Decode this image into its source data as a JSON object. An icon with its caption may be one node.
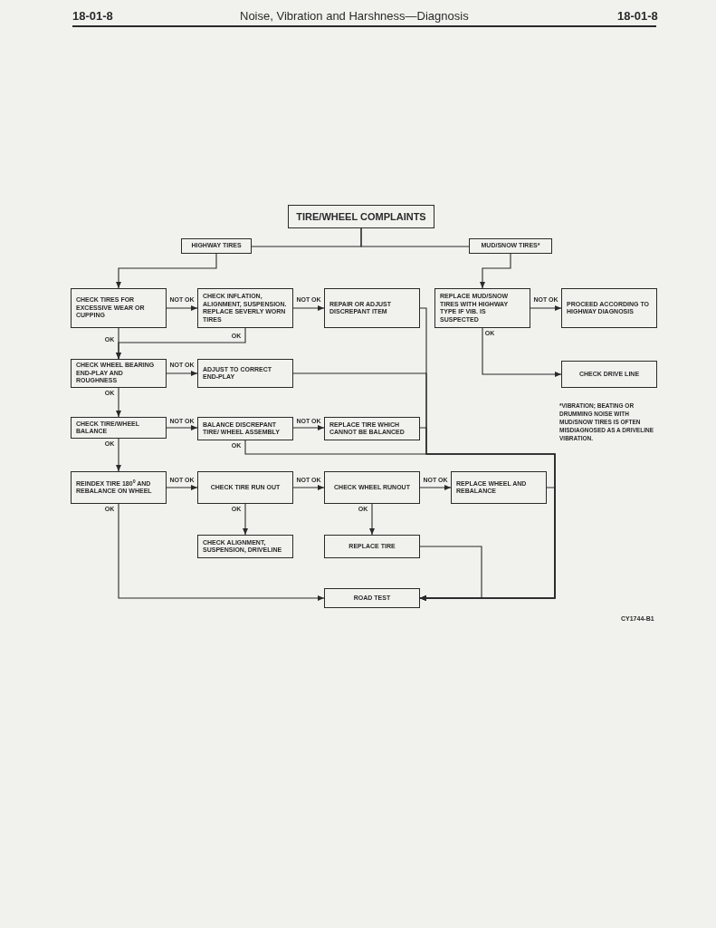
{
  "diagram": {
    "nodes": [
      {
        "text": [
          "TIRE/WHEEL COMPLAINTS"
        ]
      },
      {
        "text": [
          "HIGHWAY TIRES"
        ]
      },
      {
        "text": [
          "MUD/SNOW TIRES*"
        ]
      },
      {
        "text": [
          "CHECK TIRES FOR EXCESSIVE WEAR OR CUPPING"
        ]
      },
      {
        "text": [
          "CHECK INFLATION, ALIGNMENT, SUSPENSION. REPLACE SEVERLY WORN TIRES"
        ]
      },
      {
        "text": [
          "REPAIR OR ADJUST DISCREPANT ITEM"
        ]
      },
      {
        "text": [
          "REPLACE MUD/SNOW TIRES WITH HIGHWAY TYPE IF VIB. IS SUSPECTED"
        ]
      },
      {
        "text": [
          "PROCEED ACCORDING TO HIGHWAY DIAGNOSIS"
        ]
      },
      {
        "text": [
          "CHECK WHEEL BEARING END-PLAY AND ROUGHNESS"
        ]
      },
      {
        "text": [
          "ADJUST TO CORRECT END-PLAY"
        ]
      },
      {
        "text": [
          "CHECK DRIVE LINE"
        ]
      },
      {
        "text": [
          "CHECK TIRE/WHEEL BALANCE"
        ]
      },
      {
        "text": [
          "BALANCE DISCREPANT TIRE/ WHEEL ASSEMBLY"
        ]
      },
      {
        "text": [
          "REPLACE TIRE WHICH CANNOT BE BALANCED"
        ]
      },
      {
        "text": [
          "REINDEX TIRE 180$^{0}$ AND REBALANCE ON WHEEL"
        ]
      },
      {
        "text": [
          "CHECK TIRE RUN OUT"
        ]
      },
      {
        "text": [
          "CHECK WHEEL RUNOUT"
        ]
      },
      {
        "text": [
          "REPLACE WHEEL AND REBALANCE"
        ]
      },
      {
        "text": [
          "CHECK ALIGNMENT, SUSPENSION, DRIVELINE"
        ]
      },
      {
        "text": [
          "REPLACE TIRE"
        ]
      },
      {
        "text": [
          "ROAD TEST"
        ]
      }
    ],
    "edges": [
      {
        "from": 0,
        "to": 1,
        "arrow": "none"
      },
      {
        "from": 0,
        "to": 2,
        "arrow": "none"
      },
      {
        "from": 1,
        "to": 3,
        "arrow": "to"
      },
      {
        "from": 2,
        "to": 6,
        "arrow": "to"
      },
      {
        "from": 3,
        "to": 4,
        "arrow": "to",
        "label": "NOT OK"
      },
      {
        "from": 4,
        "to": 5,
        "arrow": "to",
        "label": "NOT OK"
      },
      {
        "from": 3,
        "to": 8,
        "arrow": "to",
        "label": "OK"
      },
      {
        "from": 4,
        "to": 8,
        "arrow": "to",
        "label": "OK"
      },
      {
        "from": 6,
        "to": 7,
        "arrow": "to",
        "label": "NOT OK"
      },
      {
        "from": 6,
        "to": 10,
        "arrow": "to",
        "label": "OK"
      },
      {
        "from": 8,
        "to": 9,
        "arrow": "to",
        "label": "NOT OK"
      },
      {
        "from": 8,
        "to": 11,
        "arrow": "to",
        "label": "OK"
      },
      {
        "from": 11,
        "to": 12,
        "arrow": "to",
        "label": "NOT OK"
      },
      {
        "from": 12,
        "to": 13,
        "arrow": "to",
        "label": "NOT OK"
      },
      {
        "from": 11,
        "to": 14,
        "arrow": "to",
        "label": "OK"
      },
      {
        "from": 14,
        "to": 15,
        "arrow": "to",
        "label": "NOT OK"
      },
      {
        "from": 15,
        "to": 16,
        "arrow": "to",
        "label": "NOT OK"
      },
      {
        "from": 16,
        "to": 17,
        "arrow": "to",
        "label": "NOT OK"
      },
      {
        "from": 15,
        "to": 18,
        "arrow": "to",
        "label": "OK"
      },
      {
        "from": 16,
        "to": 19,
        "arrow": "to",
        "label": "OK"
      },
      {
        "from": 14,
        "to": 20,
        "arrow": "to",
        "label": "OK"
      },
      {
        "from": 5,
        "to": 20,
        "arrow": "to"
      },
      {
        "from": 9,
        "to": 20,
        "arrow": "to"
      },
      {
        "from": 13,
        "to": 20,
        "arrow": "to"
      },
      {
        "from": 12,
        "to": 20,
        "arrow": "to",
        "label": "OK"
      },
      {
        "from": 17,
        "to": 20,
        "arrow": "to"
      },
      {
        "from": 19,
        "to": 20,
        "arrow": "to"
      }
    ],
    "labels": [
      "18-01-8",
      "Noise, Vibration and Harshness—Diagnosis",
      "18-01-8",
      "*VIBRATION; BEATING OR DRUMMING NOISE WITH MUD/SNOW TIRES IS OFTEN MISDIAGNOSED AS A DRIVELINE VIBRATION.",
      "CY1744-B1"
    ]
  }
}
